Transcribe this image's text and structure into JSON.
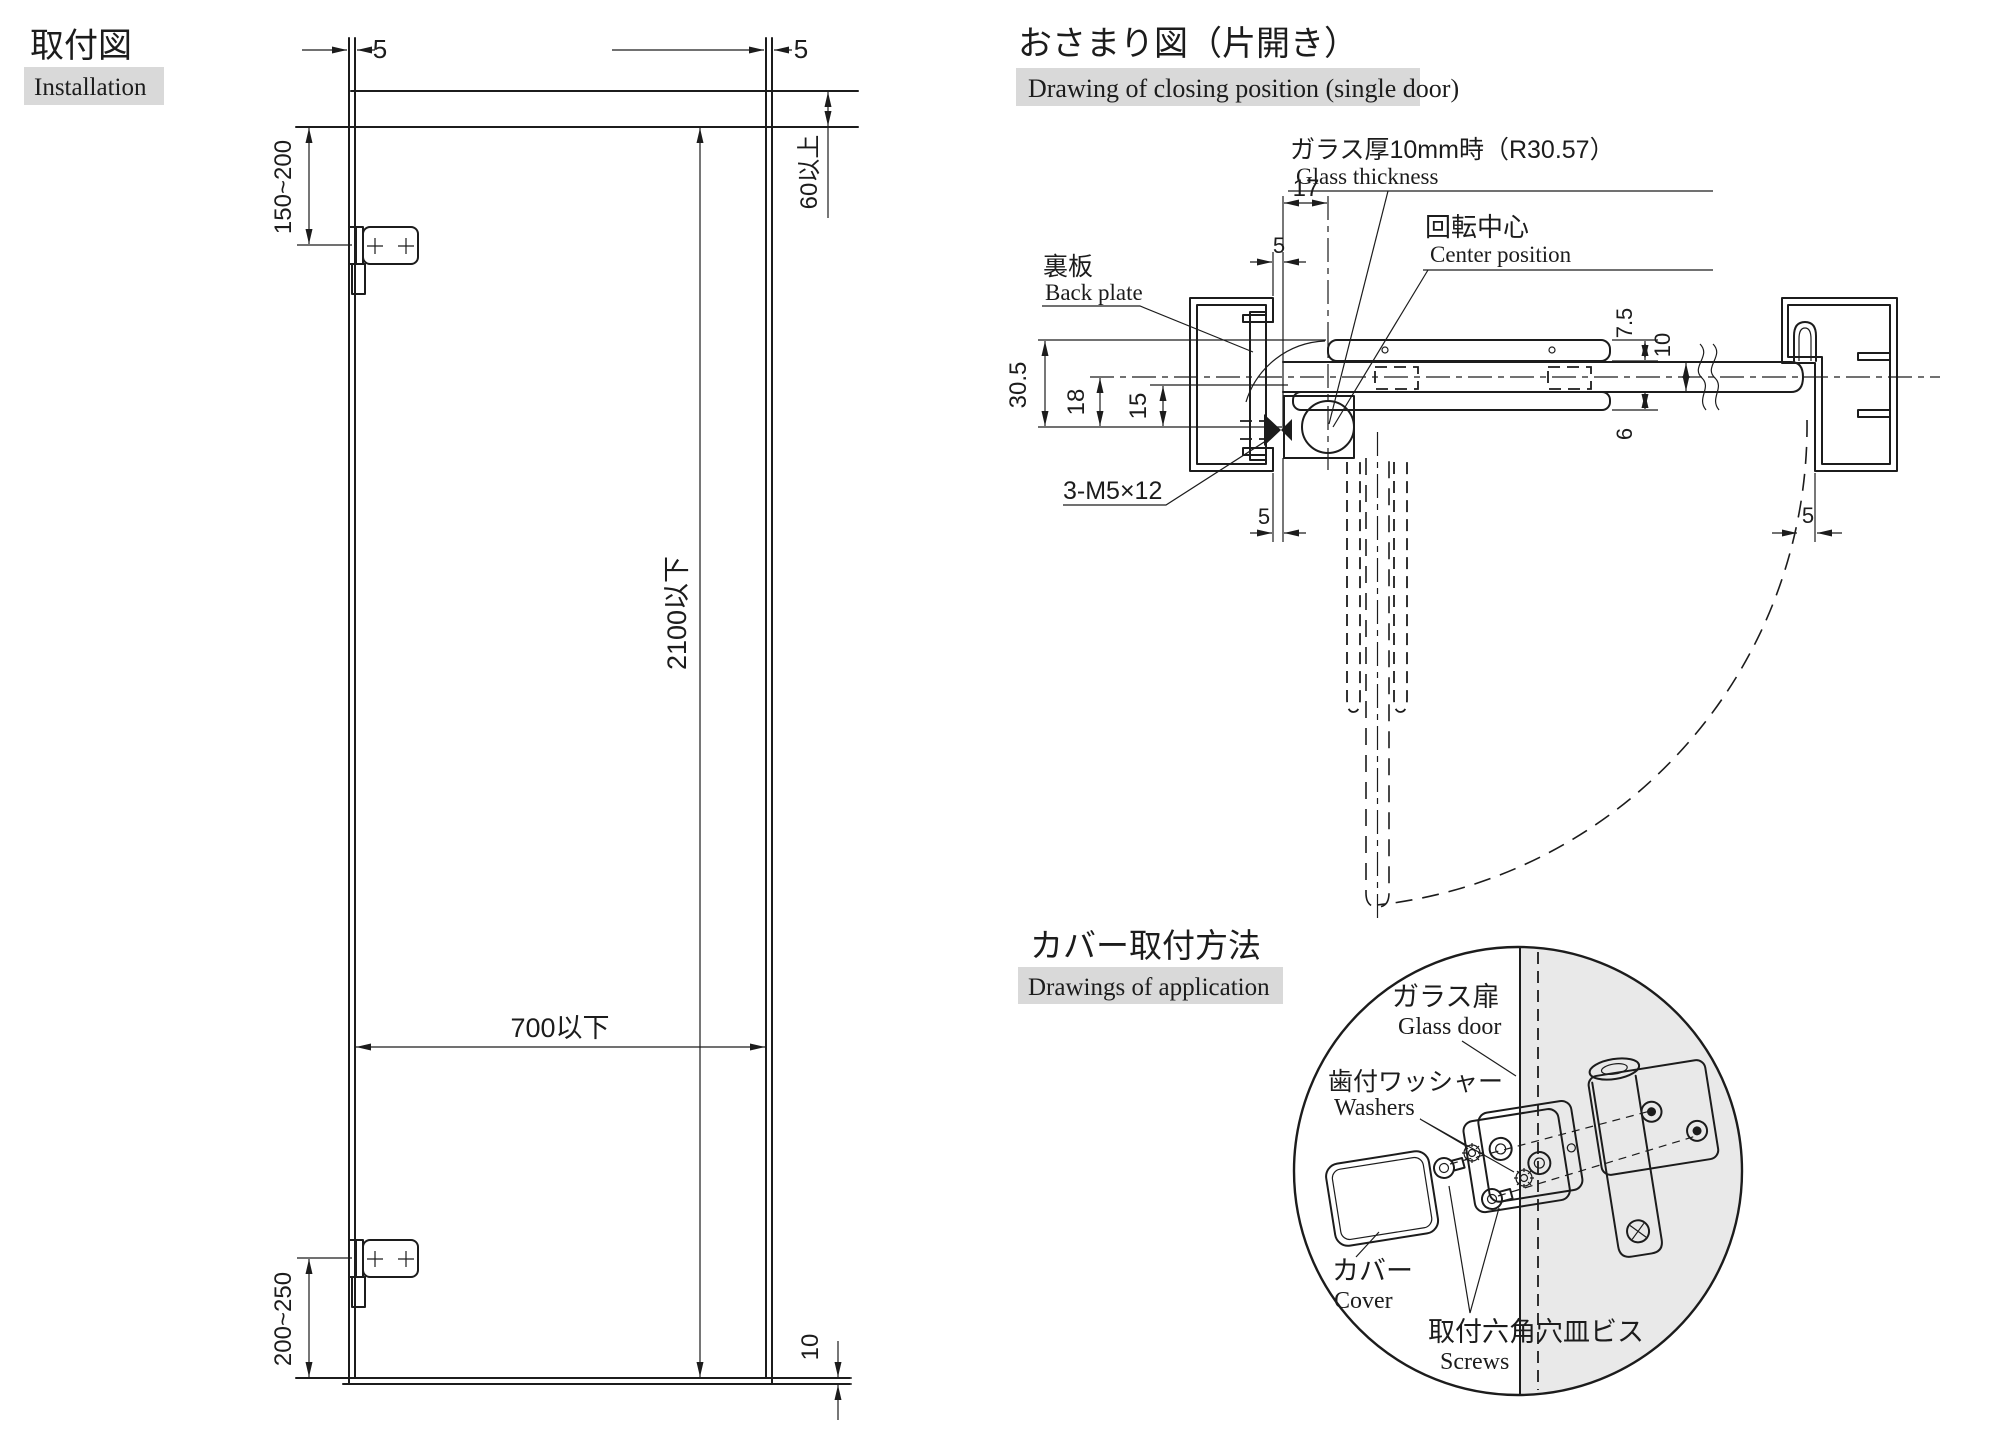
{
  "colors": {
    "line": "#1c1c1c",
    "label_bg": "#d9d9d9",
    "shade": "#e9e9e9",
    "bg": "#ffffff"
  },
  "installation": {
    "title": "取付図",
    "subtitle": "Installation",
    "dim_gap_top_left": "5",
    "dim_gap_top_right": "5",
    "dim_headroom": "60以上",
    "dim_top_hinge": "150~200",
    "dim_height": "2100以下",
    "dim_width": "700以下",
    "dim_bottom_hinge": "200~250",
    "dim_floor_gap": "10"
  },
  "closing": {
    "title": "おさまり図（片開き）",
    "subtitle": "Drawing of closing position (single door)",
    "label_glass_jp": "ガラス厚10mm時（R30.57）",
    "label_glass_en": "Glass thickness",
    "label_center_jp": "回転中心",
    "label_center_en": "Center position",
    "label_backplate_jp": "裏板",
    "label_backplate_en": "Back plate",
    "label_screws": "3-M5×12",
    "dim_17": "17",
    "dim_5_frame": "5",
    "dim_30_5": "30.5",
    "dim_18": "18",
    "dim_15": "15",
    "dim_5_bottom": "5",
    "dim_7_5": "7.5",
    "dim_glass_t": "10",
    "dim_6": "6",
    "dim_5_latch": "5"
  },
  "application": {
    "title": "カバー取付方法",
    "subtitle": "Drawings of application",
    "label_glassdoor_jp": "ガラス扉",
    "label_glassdoor_en": "Glass door",
    "label_washers_jp": "歯付ワッシャー",
    "label_washers_en": "Washers",
    "label_cover_jp": "カバー",
    "label_cover_en": "Cover",
    "label_screws_jp": "取付六角穴皿ビス",
    "label_screws_en": "Screws"
  }
}
